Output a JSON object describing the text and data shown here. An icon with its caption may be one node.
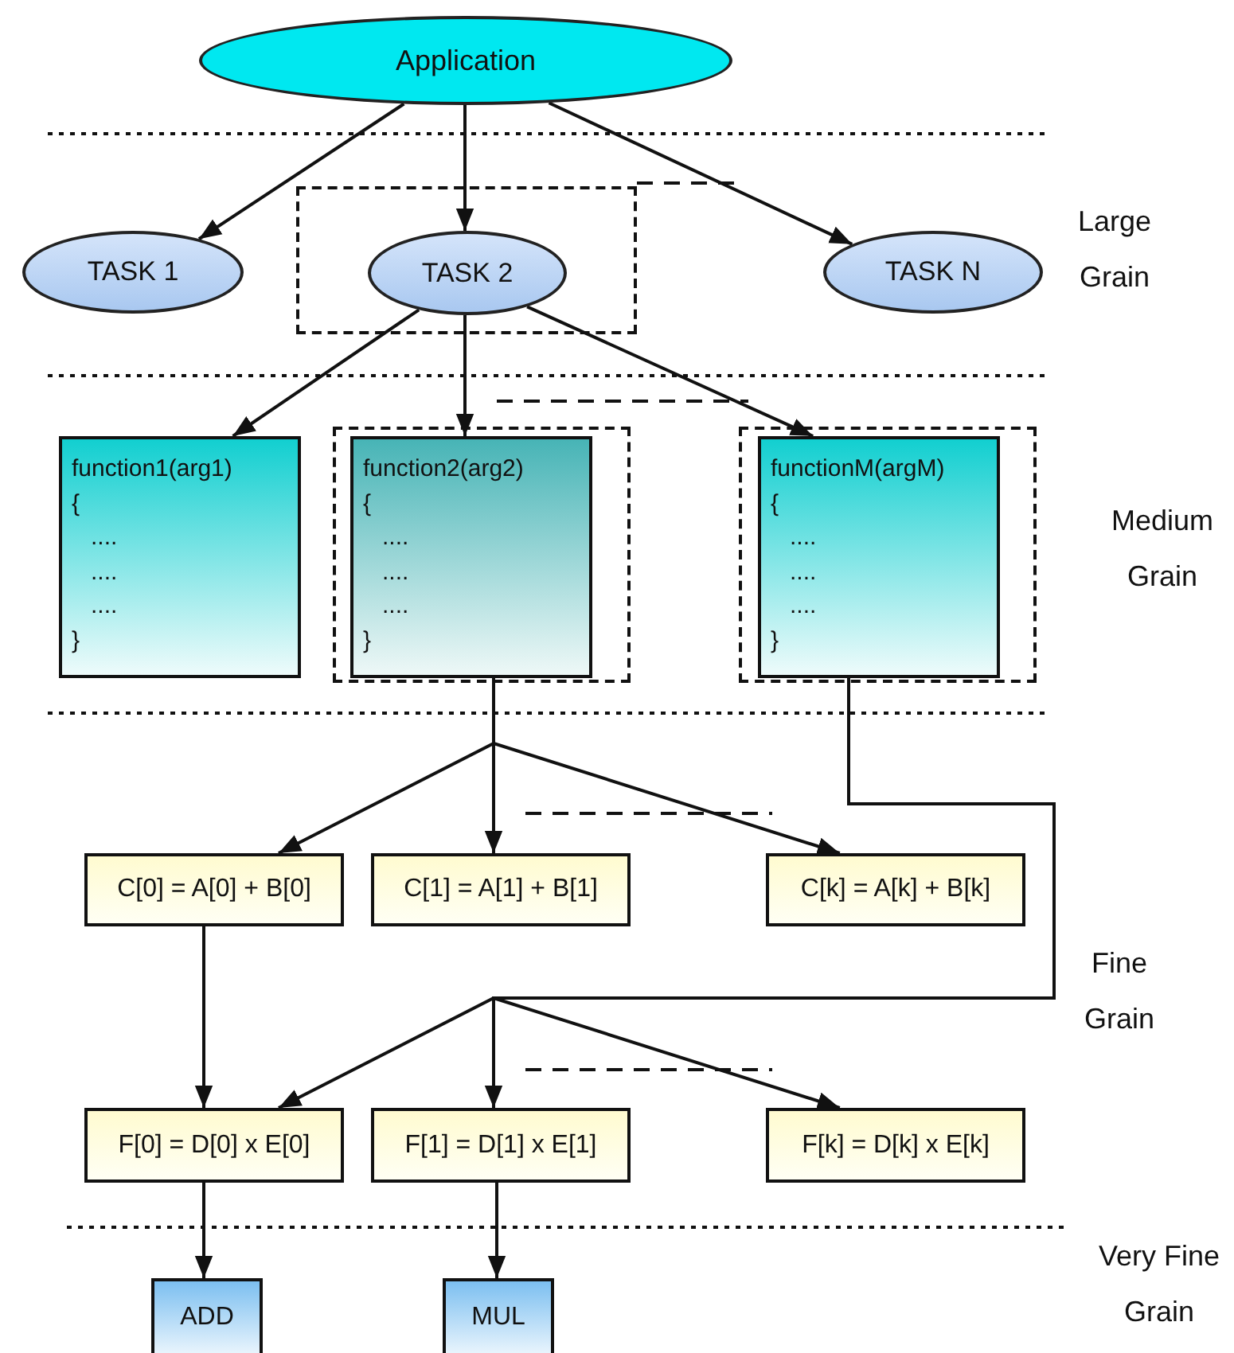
{
  "diagram": {
    "nodes": [
      {
        "text": [
          "Application"
        ]
      },
      {
        "text": [
          "TASK 1"
        ]
      },
      {
        "text": [],
        "shape": "box"
      },
      {
        "text": [
          "TASK 2"
        ],
        "in": 2
      },
      {
        "text": [
          "TASK N"
        ]
      },
      {
        "text": [
          "function1(arg1)",
          "{",
          "....",
          "....",
          "....",
          "}"
        ]
      },
      {
        "text": [],
        "shape": "box"
      },
      {
        "text": [
          "function2(arg2)",
          "{",
          "....",
          "....",
          "....",
          "}"
        ],
        "in": 6
      },
      {
        "text": [],
        "shape": "box"
      },
      {
        "text": [
          "functionM(argM)",
          "{",
          "....",
          "....",
          "....",
          "}"
        ],
        "in": 8
      },
      {
        "text": [
          "C[0] = A[0] + B[0]"
        ]
      },
      {
        "text": [
          "C[1] = A[1] + B[1]"
        ]
      },
      {
        "text": [
          "C[k] = A[k] + B[k]"
        ]
      },
      {
        "text": [
          "F[0] = D[0] x E[0]"
        ]
      },
      {
        "text": [
          "F[1] = D[1] x E[1]"
        ]
      },
      {
        "text": [
          "F[k] = D[k] x E[k]"
        ]
      },
      {
        "text": [
          "ADD"
        ]
      },
      {
        "text": [
          "MUL"
        ]
      }
    ],
    "edges": [
      {
        "from": 0,
        "to": 1,
        "arrow": "to"
      },
      {
        "from": 0,
        "to": 3,
        "arrow": "to"
      },
      {
        "from": 0,
        "to": 4,
        "arrow": "to"
      },
      {
        "from": 3,
        "to": 5,
        "arrow": "to"
      },
      {
        "from": 3,
        "to": 7,
        "arrow": "to"
      },
      {
        "from": 3,
        "to": 9,
        "arrow": "to"
      },
      {
        "from": 7,
        "to": 10,
        "arrow": "to"
      },
      {
        "from": 7,
        "to": 11,
        "arrow": "to"
      },
      {
        "from": 7,
        "to": 12,
        "arrow": "to"
      },
      {
        "from": 9,
        "to": 13,
        "arrow": "to"
      },
      {
        "from": 9,
        "to": 14,
        "arrow": "to"
      },
      {
        "from": 9,
        "to": 15,
        "arrow": "to"
      },
      {
        "from": 10,
        "to": 13,
        "arrow": "to"
      },
      {
        "from": 13,
        "to": 16,
        "arrow": "to"
      },
      {
        "from": 14,
        "to": 17,
        "arrow": "to"
      }
    ],
    "labels": [
      "Large Grain",
      "Medium Grain",
      "Fine Grain",
      "Very Fine Grain"
    ]
  }
}
